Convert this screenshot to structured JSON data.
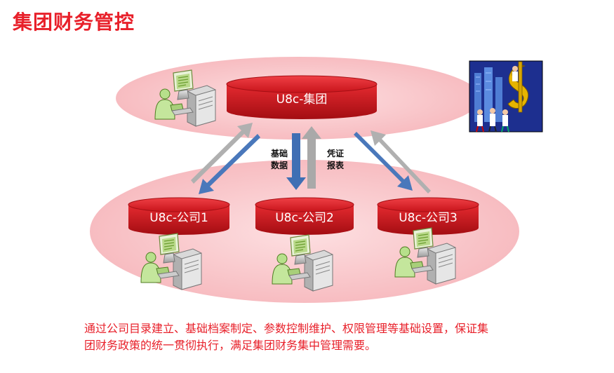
{
  "page": {
    "title": "集团财务管控"
  },
  "diagram": {
    "group_node": "U8c-集团",
    "company_nodes": [
      "U8c-公司1",
      "U8c-公司2",
      "U8c-公司3"
    ],
    "edge_labels": {
      "down": [
        "基础",
        "数据"
      ],
      "up": [
        "凭证",
        "报表"
      ]
    },
    "colors": {
      "ellipse": "#f9c9cc",
      "cylinder": "#d41920",
      "down_arrow": "#3f6fb4",
      "up_arrow": "#a9a9a9",
      "title": "#e8202a"
    }
  },
  "description": "通过公司目录建立、基础档案制定、参数控制维护、权限管理等基础设置，保证集团财务政策的统一贯彻执行，满足集团财务集中管理需要。"
}
